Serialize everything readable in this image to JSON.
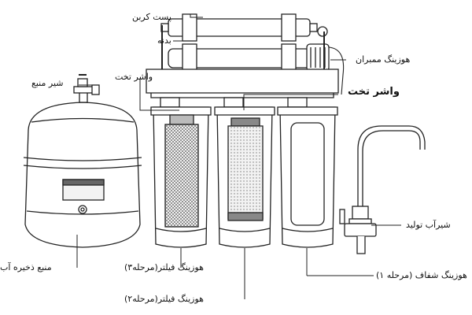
{
  "labels": {
    "post_carbon": "پست کربن",
    "body_frame": "بدنه",
    "membrane_housing": "هوزینگ ممبران",
    "flat_washer_left": "واشر تخت",
    "flat_washer_right": "واشر تخت",
    "tank_valve": "شیر منبع",
    "storage_tank": "منبع ذخیره آب",
    "faucet": "شیرآب تولید",
    "filter_housing_3": "هوزینگ فیلتر(مرحله۳)",
    "filter_housing_2": "هوزینگ فیلتر(مرحله۲)",
    "clear_housing_1": "هوزینگ شفاف (مرحله ۱)"
  },
  "colors": {
    "line": "#222222",
    "fill": "#ffffff",
    "carbon": "#9a9a9a",
    "cartridge": "#e6e6e6"
  }
}
